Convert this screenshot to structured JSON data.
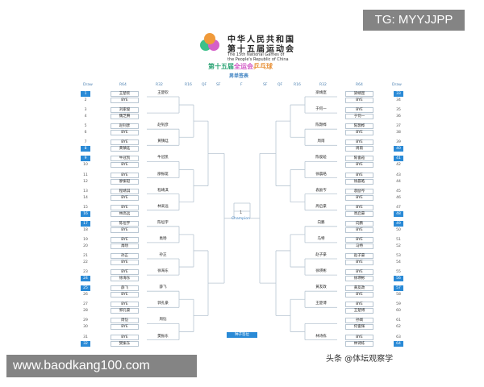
{
  "header": {
    "line1": "中华人民共和国",
    "line2": "第十五届运动会",
    "en1": "The 15th National Games of",
    "en2": "the People's Republic of China",
    "event_a": "第十五届",
    "event_b": "全运会",
    "event_c": "乒乓球",
    "subtitle": "男单签表"
  },
  "columns": {
    "draw": "Draw",
    "r64": "R64",
    "r32": "R32",
    "r16": "R16",
    "qf": "QF",
    "sf": "SF",
    "f": "F"
  },
  "champion": {
    "seed": "1",
    "label": "Champion"
  },
  "legend_button": "种子签位",
  "colors": {
    "seed": "#2a8ad6",
    "line": "#b8c6d2",
    "header": "#4a7fb0"
  },
  "left": {
    "seeded_draws": [
      1,
      8,
      9,
      16,
      17,
      24,
      25,
      32
    ],
    "r64": [
      "王楚钦",
      "BYE",
      "刘家俊",
      "魏芝腾",
      "赵钊彦",
      "BYE",
      "BYE",
      "黄镇廷",
      "牛冠凯",
      "BYE",
      "BYE",
      "廖振珽",
      "程靖淇",
      "BYE",
      "BYE",
      "林高远",
      "陈垣宇",
      "BYE",
      "BYE",
      "禹旸",
      "孙正",
      "BYE",
      "BYE",
      "徐海东",
      "薛飞",
      "BYE",
      "BYE",
      "郭孔豪",
      "周恺",
      "BYE",
      "BYE",
      "樊振东"
    ],
    "r32": [
      "王楚钦",
      "",
      "赵钊彦",
      "黄镇廷",
      "牛冠凯",
      "廖振珽",
      "程靖淇",
      "林高远",
      "陈垣宇",
      "禹旸",
      "孙正",
      "徐海东",
      "薛飞",
      "郭孔豪",
      "周恺",
      "樊振东"
    ]
  },
  "right": {
    "seeded_draws": [
      33,
      40,
      41,
      48,
      49,
      56,
      57,
      64
    ],
    "r64": [
      "梁靖崑",
      "BYE",
      "BYE",
      "于何一",
      "陈颢桦",
      "BYE",
      "BYE",
      "周雨",
      "陈俊菘",
      "BYE",
      "BYE",
      "徐晨皓",
      "袁励岑",
      "BYE",
      "BYE",
      "周启豪",
      "向鹏",
      "BYE",
      "BYE",
      "马特",
      "赵子豪",
      "BYE",
      "BYE",
      "徐瑛彬",
      "黄友政",
      "BYE",
      "BYE",
      "王楚博",
      "孙闻",
      "何俊辉",
      "BYE",
      "林诗栋"
    ],
    "r32": [
      "梁靖崑",
      "于何一",
      "陈颢桦",
      "周雨",
      "陈俊菘",
      "徐晨皓",
      "袁励岑",
      "周启豪",
      "向鹏",
      "马特",
      "赵子豪",
      "徐瑛彬",
      "黄友政",
      "王楚博",
      "",
      "林诗栋"
    ]
  },
  "watermarks": {
    "top": "TG: MYYJJPP",
    "bottom_left": "www.baodkang100.com",
    "bottom_right": "头条 @体坛观察学"
  }
}
